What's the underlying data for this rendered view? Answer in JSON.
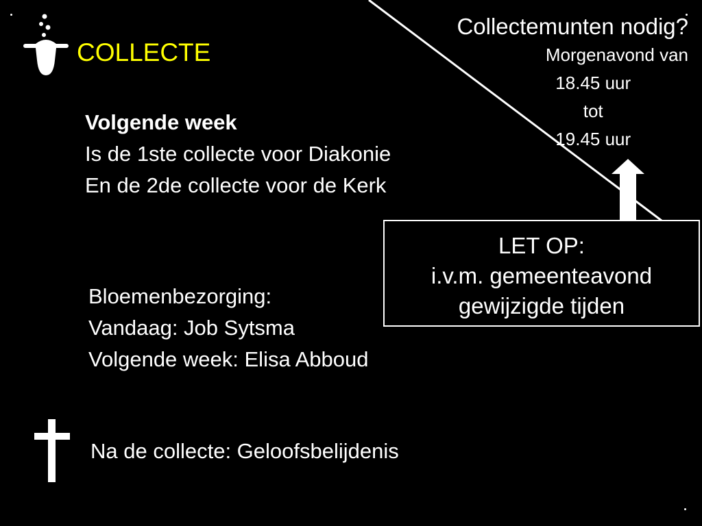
{
  "header": {
    "title": "COLLECTE",
    "title_color": "#ffff00",
    "icon": "offering-bowl-icon"
  },
  "collection": {
    "heading": "Volgende week",
    "line1": "Is de 1ste collecte voor Diakonie",
    "line2": "En de 2de collecte voor de Kerk"
  },
  "coins": {
    "question": "Collectemunten nodig?",
    "line1": "Morgenavond van",
    "line2": "18.45 uur",
    "line3": "tot",
    "line4": "19.45 uur"
  },
  "notice": {
    "line1": "LET OP:",
    "line2": "i.v.m. gemeenteavond",
    "line3": "gewijzigde tijden",
    "arrow_icon": "arrow-up-icon"
  },
  "flowers": {
    "heading": "Bloemenbezorging:",
    "today": "Vandaag: Job Sytsma",
    "next_week": "Volgende week: Elisa Abboud"
  },
  "after": {
    "text": "Na de collecte: Geloofsbelijdenis",
    "icon": "cross-icon"
  },
  "colors": {
    "background": "#000000",
    "text": "#ffffff",
    "accent": "#ffff00"
  }
}
